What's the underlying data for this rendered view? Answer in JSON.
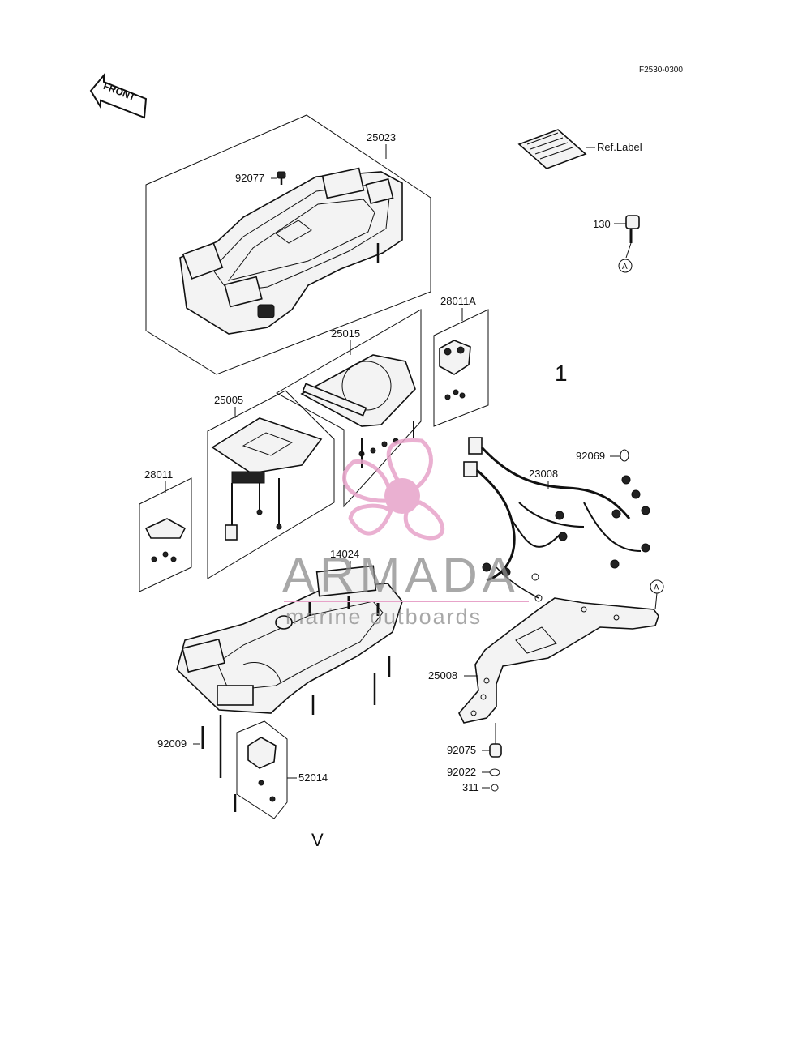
{
  "diagram": {
    "code": "F2530-0300",
    "front_label": "FRONT",
    "ref_label": "Ref.Label",
    "marker_a": "A",
    "annotations": {
      "mark_1": "1",
      "mark_v": "V"
    },
    "parts": {
      "p25023": "25023",
      "p92077": "92077",
      "p130": "130",
      "p28011A": "28011A",
      "p25015": "25015",
      "p25005": "25005",
      "p28011": "28011",
      "p92069": "92069",
      "p23008": "23008",
      "p14024": "14024",
      "p25008": "25008",
      "p92009": "92009",
      "p52014": "52014",
      "p92075": "92075",
      "p92022": "92022",
      "p311": "311"
    }
  },
  "watermark": {
    "brand": "ARMADA",
    "tagline": "marine outboards",
    "color": "#e7a3c9"
  }
}
